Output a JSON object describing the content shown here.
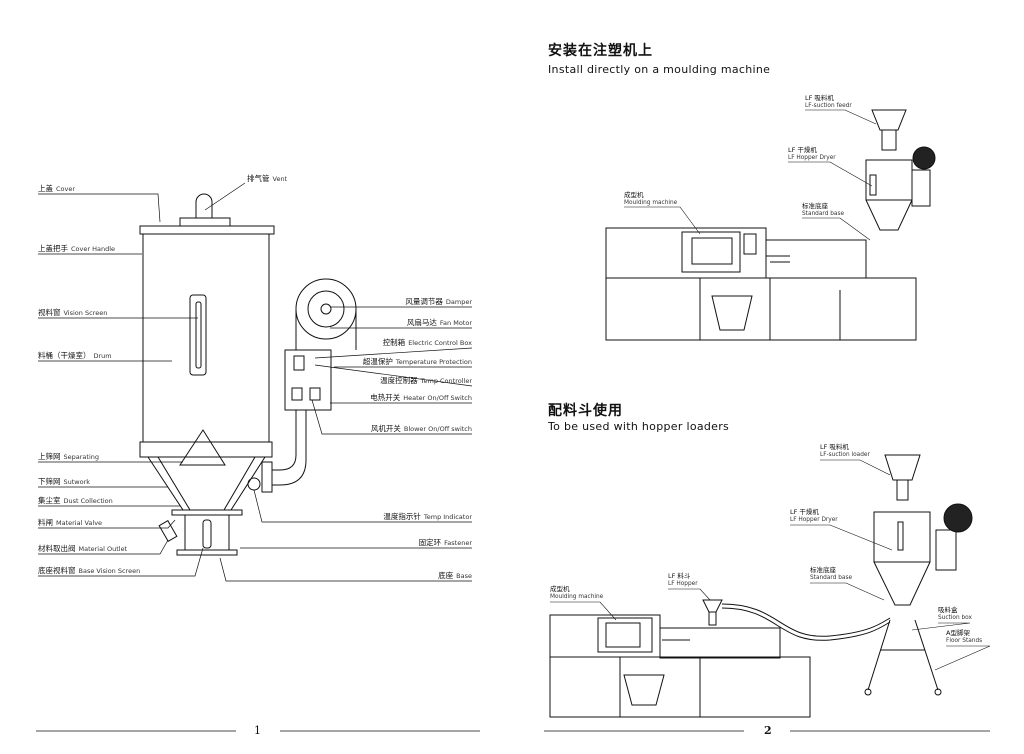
{
  "page1": {
    "page_number": "1",
    "top_label": {
      "zh": "排气管",
      "en": "Vent"
    },
    "left_labels": [
      {
        "zh": "上盖",
        "en": "Cover"
      },
      {
        "zh": "上盖把手",
        "en": "Cover Handle"
      },
      {
        "zh": "视料窗",
        "en": "Vision Screen"
      },
      {
        "zh": "料桶（干燥室）",
        "en": "Drum"
      },
      {
        "zh": "上筛网",
        "en": "Separating"
      },
      {
        "zh": "下筛网",
        "en": "Sutwork"
      },
      {
        "zh": "集尘室",
        "en": "Dust Collection"
      },
      {
        "zh": "料闸",
        "en": "Material Valve"
      },
      {
        "zh": "材料取出阀",
        "en": "Material Outlet"
      },
      {
        "zh": "底座视料窗",
        "en": "Base Vision Screen"
      }
    ],
    "right_labels": [
      {
        "zh": "风量调节器",
        "en": "Damper"
      },
      {
        "zh": "风扇马达",
        "en": "Fan Motor"
      },
      {
        "zh": "控制箱",
        "en": "Electric Control Box"
      },
      {
        "zh": "超温保护",
        "en": "Temperature Protection"
      },
      {
        "zh": "温度控制器",
        "en": "Temp Controller"
      },
      {
        "zh": "电热开关",
        "en": "Heater On/Off Switch"
      },
      {
        "zh": "风机开关",
        "en": "Blower On/Off switch"
      },
      {
        "zh": "温度指示针",
        "en": "Temp Indicator"
      },
      {
        "zh": "固定环",
        "en": "Fastener"
      },
      {
        "zh": "底座",
        "en": "Base"
      }
    ]
  },
  "page2": {
    "page_number": "2",
    "section1": {
      "title_zh": "安装在注塑机上",
      "title_en": "Install directly on a moulding machine",
      "labels": [
        {
          "zh": "LF 吸料机",
          "en": "LF-suction feedr"
        },
        {
          "zh": "LF 干燥机",
          "en": "LF Hopper Dryer"
        },
        {
          "zh": "成型机",
          "en": "Moulding machine"
        },
        {
          "zh": "标准底座",
          "en": "Standard base"
        }
      ]
    },
    "section2": {
      "title_zh": "配料斗使用",
      "title_en": "To be used with hopper loaders",
      "labels": [
        {
          "zh": "LF 吸料机",
          "en": "LF-suction loader"
        },
        {
          "zh": "LF 干燥机",
          "en": "LF Hopper Dryer"
        },
        {
          "zh": "标准底座",
          "en": "Standard base"
        },
        {
          "zh": "LF 料斗",
          "en": "LF Hopper"
        },
        {
          "zh": "成型机",
          "en": "Moulding machine"
        },
        {
          "zh": "吸料盒",
          "en": "Suction box"
        },
        {
          "zh": "A型脚架",
          "en": "Floor Stands"
        }
      ]
    }
  }
}
